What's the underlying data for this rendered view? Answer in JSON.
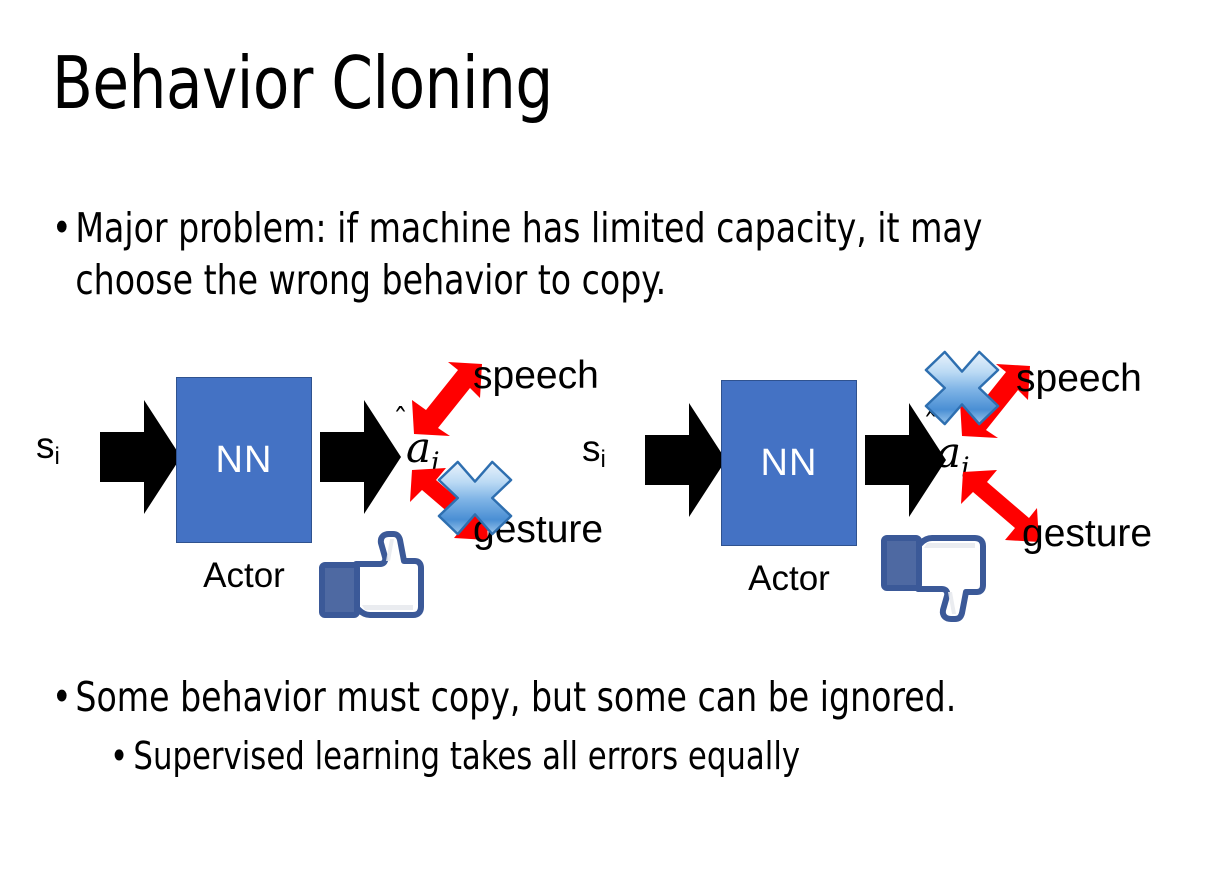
{
  "slide": {
    "title": "Behavior Cloning",
    "background_color": "#FFFFFF",
    "bullets": [
      {
        "marker": "•",
        "text": "Major problem: if machine has limited capacity, it may choose the wrong behavior to copy.",
        "level": 1
      },
      {
        "marker": "•",
        "text": "Some behavior must copy, but some can be ignored.",
        "level": 1
      },
      {
        "marker": "•",
        "text": "Supervised learning takes all errors equally",
        "level": 2
      }
    ]
  },
  "colors": {
    "nn_box_fill": "#4472C4",
    "nn_box_border": "#2F528F",
    "arrow_black": "#000000",
    "arrow_red": "#FF0000",
    "x_mark_blue_light": "#CFE2F6",
    "x_mark_blue_mid": "#6FA8E0",
    "x_mark_blue_dark": "#2E75B6",
    "thumb_outline": "#3B5998",
    "thumb_fill": "#FFFFFF",
    "thumb_cuff": "#4E69A2",
    "text_black": "#000000",
    "nn_text": "#FFFFFF"
  },
  "diagrams": [
    {
      "id": "left",
      "input_label": "s",
      "input_subscript": "i",
      "box_label": "NN",
      "box_caption": "Actor",
      "output_label": "a",
      "output_subscript": "i",
      "output_accent": "hat",
      "branches": [
        {
          "name": "speech",
          "label": "speech",
          "crossed_out": false
        },
        {
          "name": "gesture",
          "label": "gesture",
          "crossed_out": true
        }
      ],
      "verdict_icon": "thumbs-up-icon",
      "verdict": "good"
    },
    {
      "id": "right",
      "input_label": "s",
      "input_subscript": "i",
      "box_label": "NN",
      "box_caption": "Actor",
      "output_label": "a",
      "output_subscript": "i",
      "output_accent": "hat",
      "branches": [
        {
          "name": "speech",
          "label": "speech",
          "crossed_out": true
        },
        {
          "name": "gesture",
          "label": "gesture",
          "crossed_out": false
        }
      ],
      "verdict_icon": "thumbs-down-icon",
      "verdict": "bad"
    }
  ]
}
